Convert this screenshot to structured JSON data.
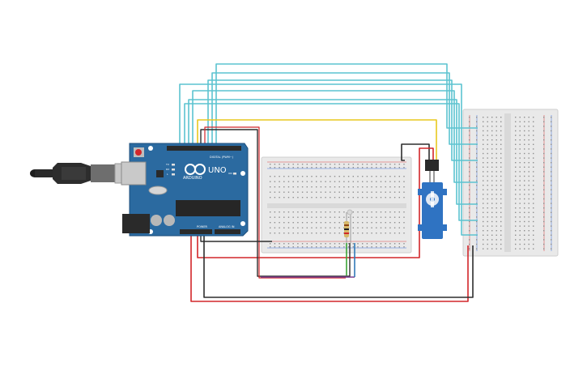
{
  "arduino": {
    "brand": "ARDUINO",
    "model": "UNO",
    "header_digital": "DIGITAL (PWM~)",
    "header_power": "POWER",
    "header_analog": "ANALOG IN",
    "tx_label": "TX",
    "rx_label": "RX",
    "on_label": "ON",
    "l_label": "L"
  },
  "colors": {
    "board": "#2b6aa0",
    "board_dark": "#1e4f7c",
    "wire_cyan": "#5cc3d0",
    "wire_red": "#d2262a",
    "wire_black": "#2e2e2e",
    "wire_yellow": "#e8c81e",
    "wire_green": "#3aa535",
    "wire_purple": "#7a3f8e",
    "wire_blue": "#2f7ab8",
    "servo": "#2f73c2",
    "breadboard": "#e9e9e9"
  },
  "components": {
    "usb_cable": "usb-plug-icon",
    "led": "led-icon",
    "resistor": "resistor-icon",
    "servo": "servo-motor-icon"
  }
}
